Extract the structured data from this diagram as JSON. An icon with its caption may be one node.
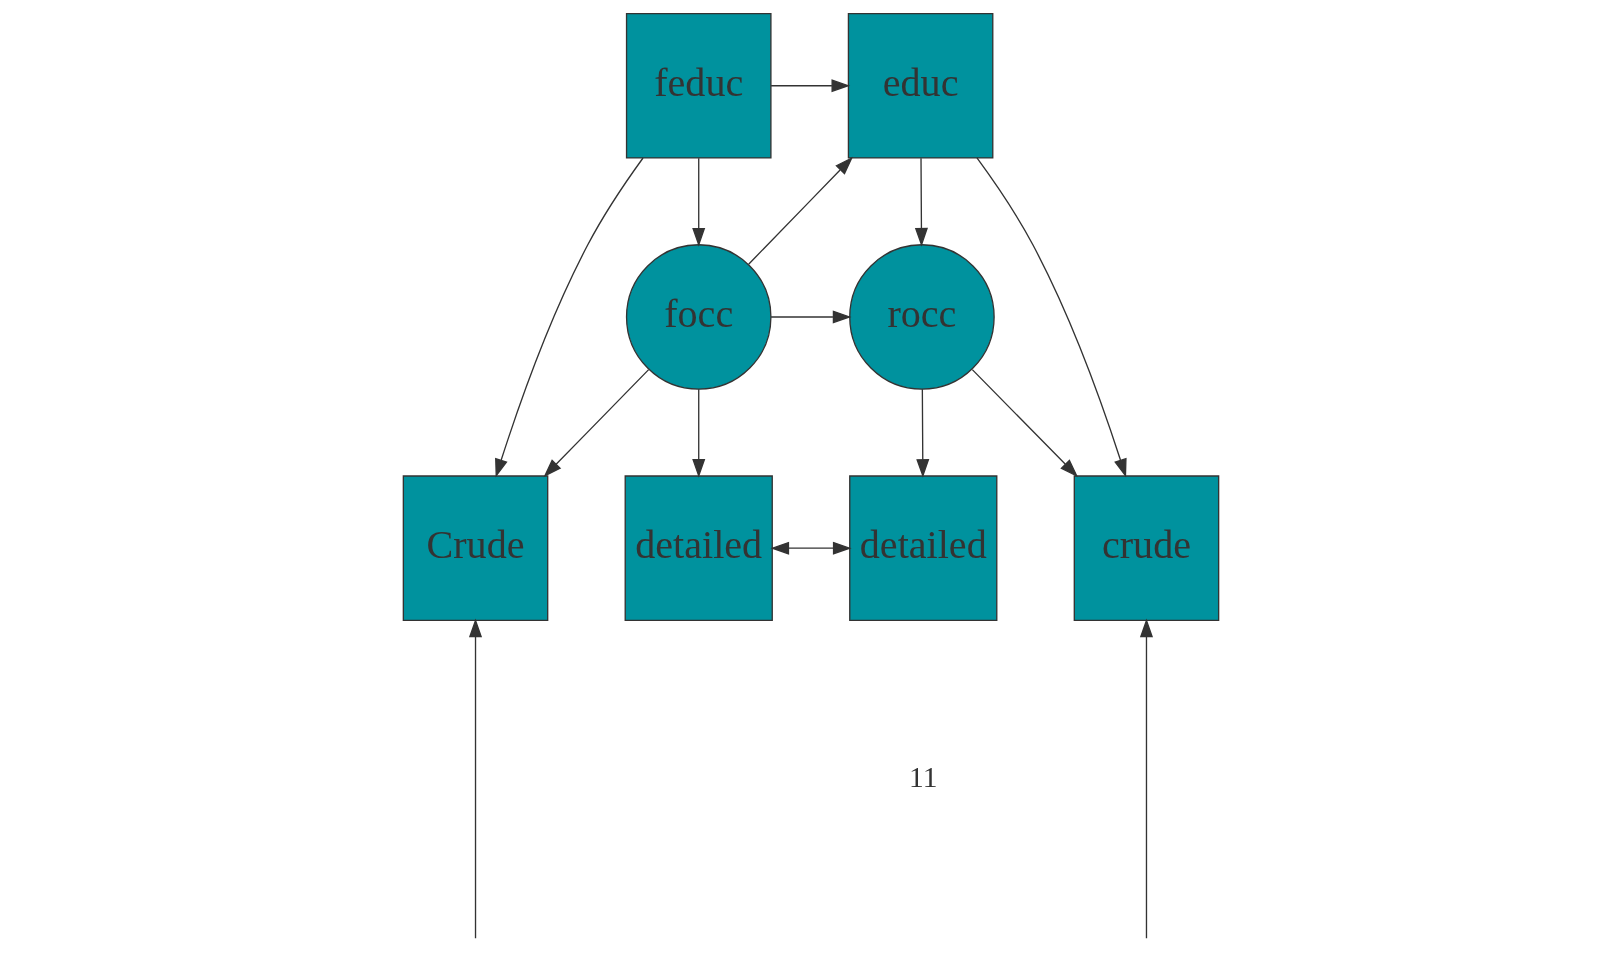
{
  "diagram": {
    "nodes": [
      {
        "text": [
          "feduc"
        ]
      },
      {
        "text": [
          "educ"
        ]
      },
      {
        "text": [
          "focc"
        ]
      },
      {
        "text": [
          "rocc"
        ]
      },
      {
        "text": [
          "Crude"
        ]
      },
      {
        "text": [
          "detailed"
        ]
      },
      {
        "text": [
          "crude"
        ]
      },
      {
        "text": [
          "detailed"
        ]
      }
    ],
    "edges": [
      {
        "from": 0,
        "to": 1,
        "arrow": "to"
      },
      {
        "from": 0,
        "to": 2,
        "arrow": "to"
      },
      {
        "from": 0,
        "to": 4,
        "arrow": "to"
      },
      {
        "from": 2,
        "to": 1,
        "arrow": "to"
      },
      {
        "from": 1,
        "to": 3,
        "arrow": "to"
      },
      {
        "from": 1,
        "to": 6,
        "arrow": "to"
      },
      {
        "from": 2,
        "to": 3,
        "arrow": "to"
      },
      {
        "from": 2,
        "to": 4,
        "arrow": "to"
      },
      {
        "from": 2,
        "to": 5,
        "arrow": "to"
      },
      {
        "from": 3,
        "to": 6,
        "arrow": "to"
      },
      {
        "from": 3,
        "to": 7,
        "arrow": "to"
      },
      {
        "from": null,
        "to": 4,
        "arrow": "to"
      },
      {
        "from": 5,
        "to": 7,
        "arrow": "both"
      },
      {
        "from": null,
        "to": 6,
        "arrow": "to"
      }
    ],
    "labels": [
      "11"
    ]
  }
}
